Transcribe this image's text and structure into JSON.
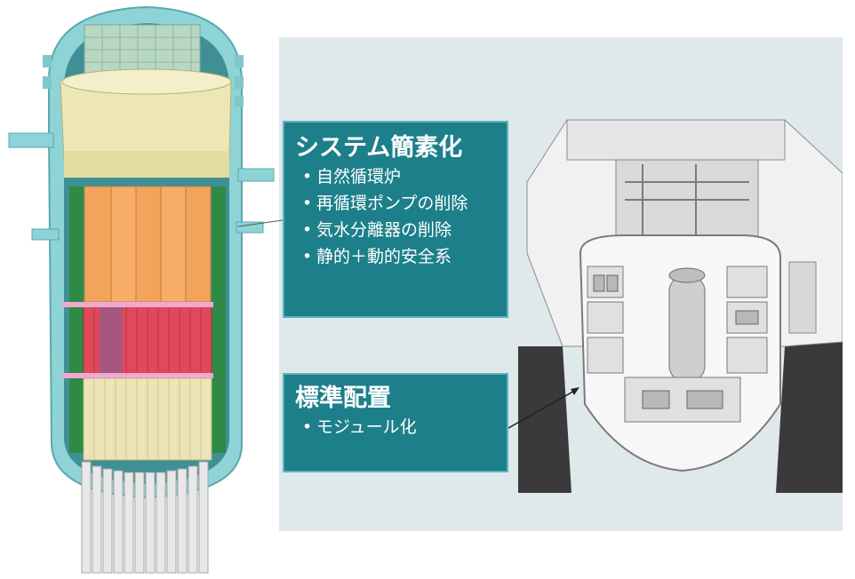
{
  "callouts": [
    {
      "title": "システム簡素化",
      "items": [
        "自然循環炉",
        "再循環ポンプの削除",
        "気水分離器の削除",
        "静的＋動的安全系"
      ]
    },
    {
      "title": "標準配置",
      "items": [
        "モジュール化"
      ]
    }
  ],
  "colors": {
    "callout_bg": "#1d7f8a",
    "panel_bg": "#dfe9ec",
    "vessel": "#8ed3d6",
    "fuel_orange": "#f2a35c",
    "fuel_red": "#e0495a",
    "separator_yellow": "#ece7b4"
  }
}
